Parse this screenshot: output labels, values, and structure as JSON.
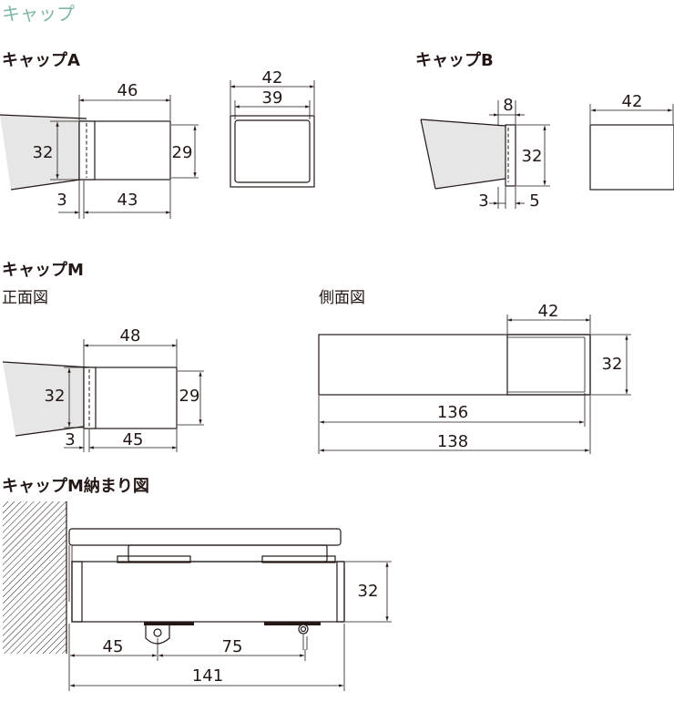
{
  "page_title": "キャップ",
  "colors": {
    "title_accent": "#7fb5a7",
    "line": "#231815",
    "fill_gray": "#e6e6e6"
  },
  "cap_a": {
    "title": "キャップA",
    "dim_top": "46",
    "dim_height": "32",
    "dim_right": "29",
    "dim_bottom_left": "3",
    "dim_bottom": "43"
  },
  "cap_a_front": {
    "dim_outer": "42",
    "dim_inner": "39"
  },
  "cap_b": {
    "title": "キャップB",
    "dim_top": "8",
    "dim_height": "32",
    "dim_bottom_left": "3",
    "dim_bottom_right": "5"
  },
  "cap_b_front": {
    "dim_width": "42"
  },
  "cap_m": {
    "title": "キャップM",
    "front_title": "正面図",
    "side_title": "側面図",
    "front": {
      "dim_top": "48",
      "dim_height": "32",
      "dim_right": "29",
      "dim_bottom_left": "3",
      "dim_bottom": "45"
    },
    "side": {
      "dim_top": "42",
      "dim_height": "32",
      "dim_inner": "136",
      "dim_outer": "138"
    }
  },
  "cap_m_install": {
    "title": "キャップM納まり図",
    "dim_height": "32",
    "dim_left": "45",
    "dim_mid": "75",
    "dim_total": "141"
  }
}
